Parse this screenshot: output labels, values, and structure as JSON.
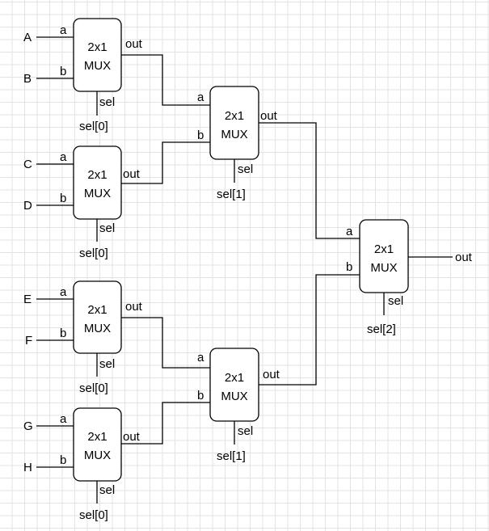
{
  "mux": {
    "line1": "2x1",
    "line2": "MUX",
    "in_a": "a",
    "in_b": "b",
    "out": "out",
    "sel": "sel"
  },
  "inputs": [
    "A",
    "B",
    "C",
    "D",
    "E",
    "F",
    "G",
    "H"
  ],
  "selects": {
    "stage0": "sel[0]",
    "stage1": "sel[1]",
    "stage2": "sel[2]"
  },
  "output": "out"
}
